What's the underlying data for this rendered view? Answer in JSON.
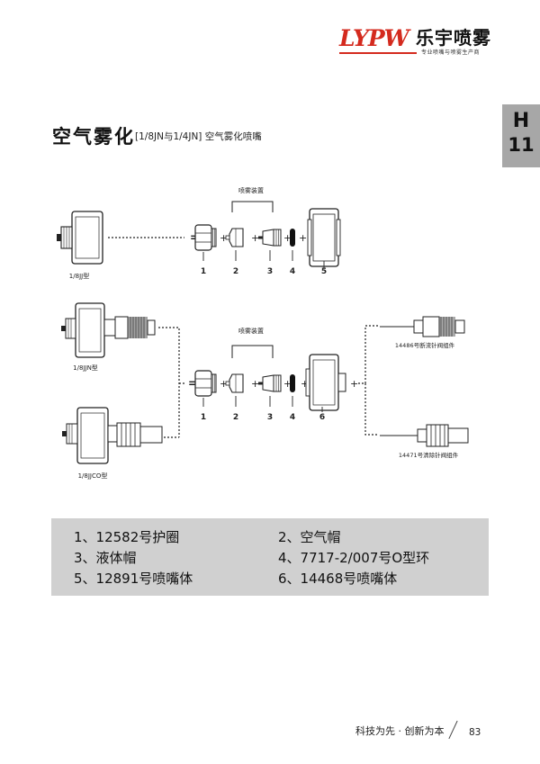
{
  "header": {
    "logo_latin": "LYPW",
    "logo_cn": "乐宇喷雾",
    "logo_sub": "专业喷嘴与喷雾生产商",
    "brand_color": "#d42a1e"
  },
  "tab": {
    "letter": "H",
    "number": "11",
    "color": "#a7a7a7"
  },
  "title": {
    "main": "空气雾化",
    "sub": "[1/8JN与1/4JN]  空气雾化喷嘴"
  },
  "diagram": {
    "top_group_label": "喷雾装置",
    "top_models": [
      "1/8JJ型"
    ],
    "top_numbers": [
      "1",
      "2",
      "3",
      "4",
      "5"
    ],
    "bottom_group_label": "喷雾装置",
    "bottom_models": [
      "1/8JJN型",
      "1/8JJCO型"
    ],
    "bottom_numbers": [
      "1",
      "2",
      "3",
      "4",
      "6"
    ],
    "options": [
      "14486号断流针阀组件",
      "14471号清除针阀组件"
    ],
    "equals_sign": "=",
    "plus_sign": "+"
  },
  "parts": [
    "1、12582号护圈",
    "2、空气帽",
    "3、液体帽",
    "4、7717-2/007号O型环",
    "5、12891号喷嘴体",
    "6、14468号喷嘴体"
  ],
  "footer": {
    "slogan": "科技为先 · 创新为本",
    "page": "83"
  }
}
